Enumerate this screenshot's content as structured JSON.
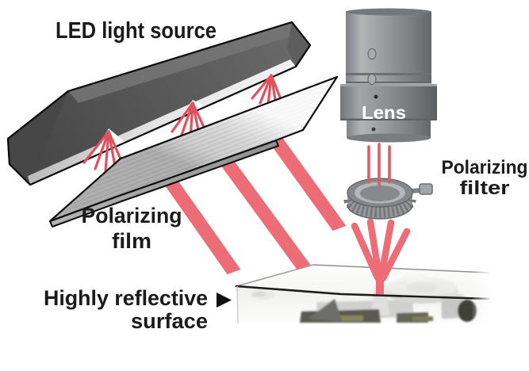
{
  "diagram": {
    "labels": {
      "led_light_source": "LED light source",
      "lens": "Lens",
      "polarizing_filter_line1": "Polarizing",
      "polarizing_filter_line2": "filter",
      "polarizing_film_line1": "Polarizing",
      "polarizing_film_line2": "film",
      "reflective_surface_line1": "Highly reflective",
      "reflective_surface_line2": "surface"
    },
    "colors": {
      "light_beam": "#ec6d76",
      "light_ray": "#e0515d",
      "label_text": "#1b1b1b",
      "led_bar_dark": "#555555",
      "polarizing_film_gray": "#d6d6d6",
      "metal_gray": "#8d9092",
      "background": "#ffffff"
    },
    "icons": {
      "surface_pointer": "right-triangle-arrow"
    }
  }
}
